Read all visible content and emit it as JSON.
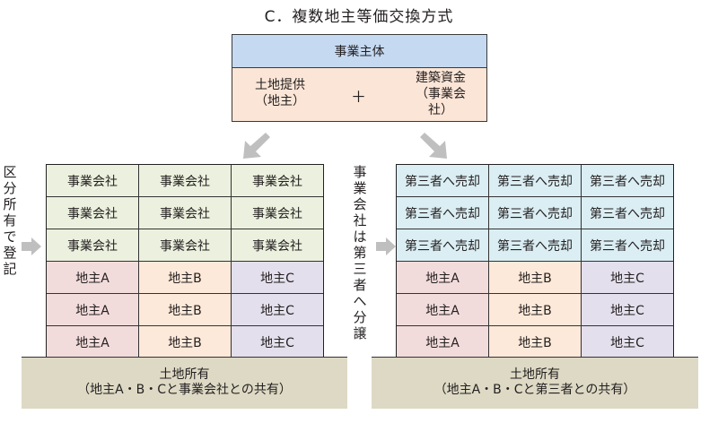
{
  "title": "C．複数地主等価交換方式",
  "entity": {
    "header": "事業主体",
    "left": [
      "土地提供",
      "（地主）"
    ],
    "plus": "＋",
    "right": [
      "建築資金",
      "（事業会",
      "社）"
    ]
  },
  "colors": {
    "entity_header": "#c5d9f1",
    "entity_body": "#fbe5d6",
    "company_cell": "#ebf1de",
    "third_party_cell": "#daeef3",
    "owner_a": "#f2dcdb",
    "owner_b": "#fde9d9",
    "owner_c": "#e4dfec",
    "ground": "#ddd9c4",
    "arrow": "#bfbfbf"
  },
  "left_panel": {
    "side_label": "区分所有で登記",
    "rows": [
      [
        "事業会社",
        "事業会社",
        "事業会社"
      ],
      [
        "事業会社",
        "事業会社",
        "事業会社"
      ],
      [
        "事業会社",
        "事業会社",
        "事業会社"
      ],
      [
        "地主A",
        "地主B",
        "地主C"
      ],
      [
        "地主A",
        "地主B",
        "地主C"
      ],
      [
        "地主A",
        "地主B",
        "地主C"
      ]
    ],
    "ground": [
      "土地所有",
      "（地主A・B・Cと事業会社との共有）"
    ]
  },
  "right_panel": {
    "side_label": "事業会社は第三者へ分譲",
    "rows": [
      [
        "第三者へ売却",
        "第三者へ売却",
        "第三者へ売却"
      ],
      [
        "第三者へ売却",
        "第三者へ売却",
        "第三者へ売却"
      ],
      [
        "第三者へ売却",
        "第三者へ売却",
        "第三者へ売却"
      ],
      [
        "地主A",
        "地主B",
        "地主C"
      ],
      [
        "地主A",
        "地主B",
        "地主C"
      ],
      [
        "地主A",
        "地主B",
        "地主C"
      ]
    ],
    "ground": [
      "土地所有",
      "（地主A・B・Cと第三者との共有）"
    ]
  }
}
